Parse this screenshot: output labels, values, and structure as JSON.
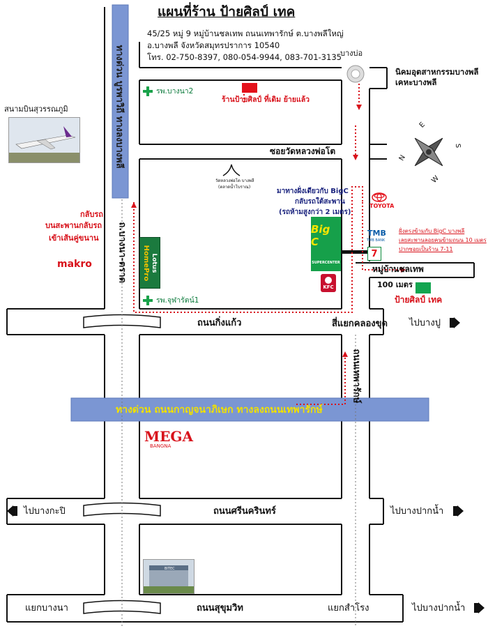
{
  "title": "แผนที่ร้าน ป้ายศิลป์ เทค",
  "address": {
    "line1": "45/25 หมู่ 9 หมู่บ้านชลเทพ ถนนเทพารักษ์ ต.บางพลีใหญ่",
    "line2": "อ.บางพลี จังหวัดสมุทรปราการ 10540",
    "phone": "โทร. 02-750-8397, 080-054-9944, 083-701-3135"
  },
  "roads": {
    "expressway_vertical": "ทางด่วน บูรพาวิถี ทางลงบางพลี",
    "bangna_trat": "ถ.บางนา-ตราด",
    "kingkaew": "ถนนกิ่งแก้ว",
    "theparak": "ถนนเทพารักษ์",
    "srinakarin": "ถนนศรีนครินทร์",
    "sukhumvit": "ถนนสุขุมวิท",
    "soi_wat": "ซอยวัดหลวงพ่อโต",
    "expressway_horizontal": "ทางด่วน ถนนกาญจนาภิเษก ทางลงถนนเทพารักษ์",
    "moo_ban": "หมู่บ้านชลเทพ"
  },
  "places": {
    "bang_bo": "บางบ่อ",
    "industrial": "นิคมอุตสาหกรรมบางพลี",
    "hospital_bangplee": "เคหะบางพลี",
    "airport": "สนามบินสุวรรณภูมิ",
    "hospital_bangna2": "รพ.บางนา2",
    "old_shop": "ร้านป้ายศิลป์ ที่เดิม ย้ายแล้ว",
    "temple": "วัดหลวงพ่อโต บางพลี",
    "temple_sub": "(ตลาดน้ำโบราณ)",
    "u_turn_note_1": "กลับรถ",
    "u_turn_note_2": "บนสะพานกลับรถ",
    "u_turn_note_3": "เข้าเส้นคู่ขนาน",
    "bigc_note_1": "มาทางฝั่งเดียวกับ BigC",
    "bigc_note_2": "กลับรถใต้สะพาน",
    "bigc_note_3": "(รถห้ามสูงกว่า 2 เมตร)",
    "toyota": "TOYOTA",
    "tmb": "TMB",
    "tmb_sub": "TMB BANK",
    "bigc_sign_1": "ฝั่งตรงข้ามกับ BigC บางพลี",
    "bigc_sign_2": "เลยสะพานลอยคนข้ามถนน 10 เมตร",
    "bigc_sign_3": "ปากซอยเป็นร้าน 7-11",
    "distance": "100 เมตร",
    "shop": "ป้ายศิลป์ เทค",
    "makro": "makro",
    "lotus": "Lotus",
    "homepro": "HomePro",
    "hospital_chularat": "รพ.จุฬารัตน์1",
    "bigc": "Big C",
    "bigc_sub": "SUPERCENTER",
    "kfc": "KFC",
    "intersection_klong": "สี่แยกคลองขุด",
    "to_bangpu": "ไปบางปู",
    "mega": "MEGA",
    "mega_sub": "BANGNA",
    "to_bangkapi": "ไปบางกะปิ",
    "to_paknam_1": "ไปบางปากน้ำ",
    "to_paknam_2": "ไปบางปากน้ำ",
    "bitec": "BITEC",
    "bangna_junction": "แยกบางนา",
    "samrong_junction": "แยกสำโรง",
    "seven_eleven": "7"
  },
  "compass": {
    "n": "N",
    "e": "E",
    "s": "S",
    "w": "W"
  },
  "colors": {
    "expressway": "#7b96d3",
    "route": "#d8121b",
    "bigc": "#16a04a",
    "shop_marker": "#12a550",
    "old_marker": "#e3111b"
  }
}
